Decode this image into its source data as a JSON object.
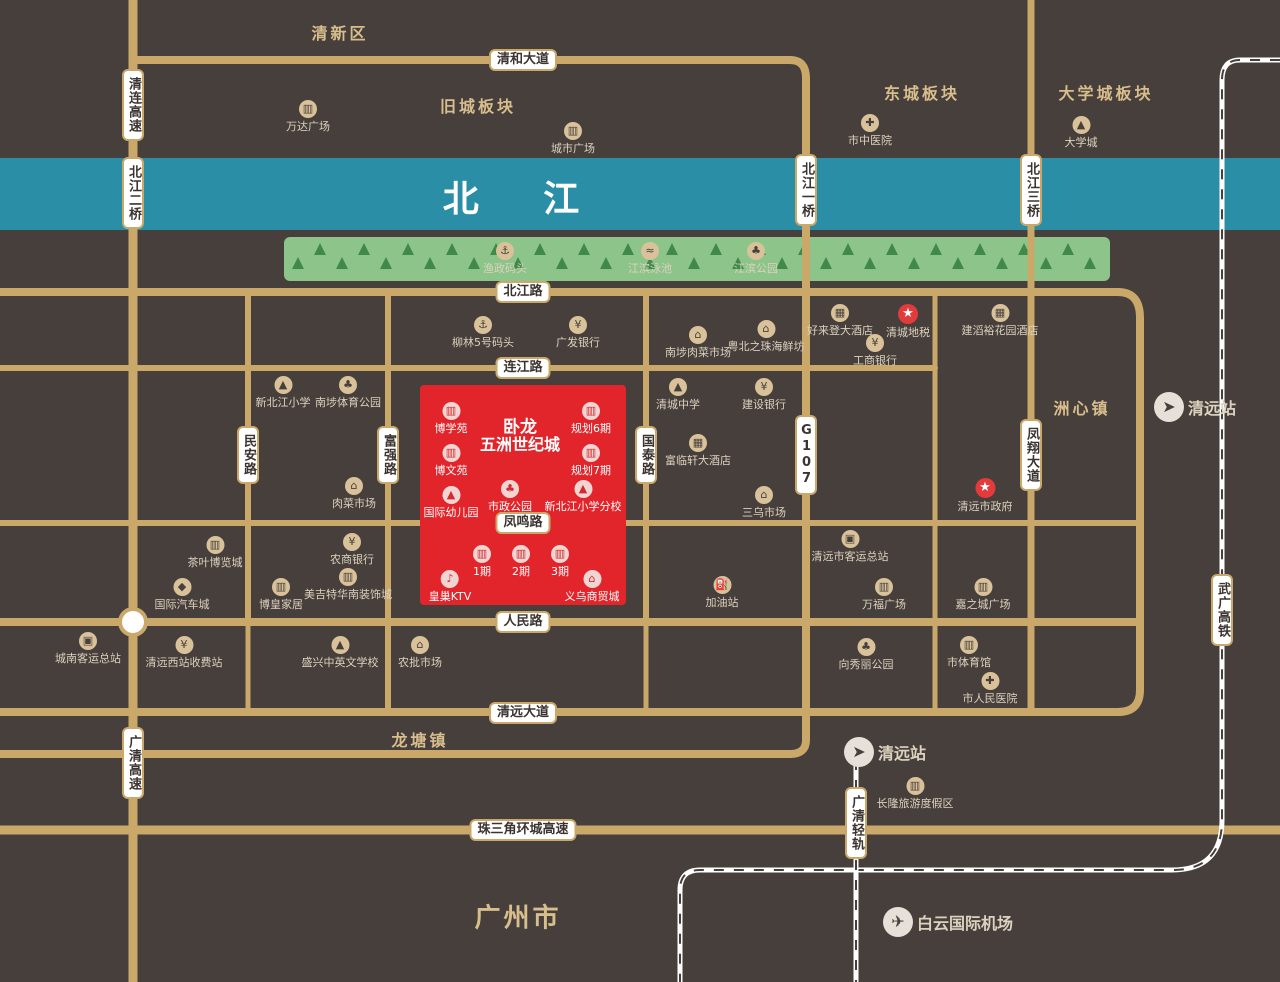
{
  "colors": {
    "background": "#463f3b",
    "road": "#c9a86a",
    "river": "#2a8fa6",
    "park": "#8cc48a",
    "project": "#e2252b",
    "rail": "#ffffff"
  },
  "river": {
    "name": "北 江"
  },
  "project": {
    "title_line1": "卧龙",
    "title_line2": "五洲世纪城"
  },
  "road_labels": [
    {
      "name": "清和大道"
    },
    {
      "name": "清连高速"
    },
    {
      "name": "北江二桥"
    },
    {
      "name": "北江一桥"
    },
    {
      "name": "北江三桥"
    },
    {
      "name": "北江路"
    },
    {
      "name": "连江路"
    },
    {
      "name": "民安路"
    },
    {
      "name": "富强路"
    },
    {
      "name": "国泰路"
    },
    {
      "name": "G107"
    },
    {
      "name": "凤翔大道"
    },
    {
      "name": "凤鸣路"
    },
    {
      "name": "人民路"
    },
    {
      "name": "清远大道"
    },
    {
      "name": "广清高速"
    },
    {
      "name": "广清轻轨"
    },
    {
      "name": "珠三角环城高速"
    },
    {
      "name": "武广高铁"
    }
  ],
  "districts": [
    {
      "name": "清新区"
    },
    {
      "name": "旧城板块"
    },
    {
      "name": "东城板块"
    },
    {
      "name": "大学城板块"
    },
    {
      "name": "洲心镇"
    },
    {
      "name": "龙塘镇"
    },
    {
      "name": "广州市"
    }
  ],
  "stations": [
    {
      "name": "清远站",
      "icon": "train-icon"
    },
    {
      "name": "清远站",
      "icon": "train-icon"
    },
    {
      "name": "白云国际机场",
      "icon": "airplane-icon"
    }
  ],
  "pois": [
    {
      "name": "万达广场",
      "icon": "building-icon"
    },
    {
      "name": "城市广场",
      "icon": "building-icon"
    },
    {
      "name": "市中医院",
      "icon": "hospital-icon"
    },
    {
      "name": "大学城",
      "icon": "school-icon"
    },
    {
      "name": "渔政码头",
      "icon": "anchor-icon"
    },
    {
      "name": "江滨泳池",
      "icon": "swim-icon"
    },
    {
      "name": "江滨公园",
      "icon": "park-icon"
    },
    {
      "name": "柳林5号码头",
      "icon": "anchor-icon"
    },
    {
      "name": "广发银行",
      "icon": "bank-icon"
    },
    {
      "name": "南埗肉菜市场",
      "icon": "market-icon"
    },
    {
      "name": "粤北之珠海鲜坊",
      "icon": "market-icon"
    },
    {
      "name": "好来登大酒店",
      "icon": "hotel-icon"
    },
    {
      "name": "清城地税",
      "icon": "star-icon"
    },
    {
      "name": "工商银行",
      "icon": "bank-icon"
    },
    {
      "name": "建滔裕花园酒店",
      "icon": "hotel-icon"
    },
    {
      "name": "新北江小学",
      "icon": "school-icon"
    },
    {
      "name": "南埗体育公园",
      "icon": "park-icon"
    },
    {
      "name": "清城中学",
      "icon": "school-icon"
    },
    {
      "name": "建设银行",
      "icon": "bank-icon"
    },
    {
      "name": "富临轩大酒店",
      "icon": "hotel-icon"
    },
    {
      "name": "肉菜市场",
      "icon": "market-icon"
    },
    {
      "name": "三乌市场",
      "icon": "market-icon"
    },
    {
      "name": "清远市政府",
      "icon": "star-icon"
    },
    {
      "name": "茶叶博览城",
      "icon": "building-icon"
    },
    {
      "name": "农商银行",
      "icon": "bank-icon"
    },
    {
      "name": "美吉特华南装饰城",
      "icon": "building-icon"
    },
    {
      "name": "国际汽车城",
      "icon": "car-icon"
    },
    {
      "name": "博皇家居",
      "icon": "building-icon"
    },
    {
      "name": "清远市客运总站",
      "icon": "bus-icon"
    },
    {
      "name": "万福广场",
      "icon": "building-icon"
    },
    {
      "name": "加油站",
      "icon": "fuel-icon"
    },
    {
      "name": "嘉之城广场",
      "icon": "building-icon"
    },
    {
      "name": "城南客运总站",
      "icon": "bus-icon"
    },
    {
      "name": "清远西站收费站",
      "icon": "bank-icon"
    },
    {
      "name": "盛兴中英文学校",
      "icon": "school-icon"
    },
    {
      "name": "农批市场",
      "icon": "market-icon"
    },
    {
      "name": "向秀丽公园",
      "icon": "park-icon"
    },
    {
      "name": "市体育馆",
      "icon": "building-icon"
    },
    {
      "name": "市人民医院",
      "icon": "hospital-icon"
    },
    {
      "name": "长隆旅游度假区",
      "icon": "building-icon"
    }
  ],
  "project_pois": [
    {
      "name": "博学苑",
      "icon": "building-icon"
    },
    {
      "name": "规划6期",
      "icon": "building-icon"
    },
    {
      "name": "博文苑",
      "icon": "building-icon"
    },
    {
      "name": "规划7期",
      "icon": "building-icon"
    },
    {
      "name": "国际幼儿园",
      "icon": "school-icon"
    },
    {
      "name": "市政公园",
      "icon": "park-icon"
    },
    {
      "name": "新北江小学分校",
      "icon": "school-icon"
    },
    {
      "name": "1期",
      "icon": "building-icon"
    },
    {
      "name": "2期",
      "icon": "building-icon"
    },
    {
      "name": "3期",
      "icon": "building-icon"
    },
    {
      "name": "皇巢KTV",
      "icon": "mic-icon"
    },
    {
      "name": "义乌商贸城",
      "icon": "market-icon"
    }
  ]
}
